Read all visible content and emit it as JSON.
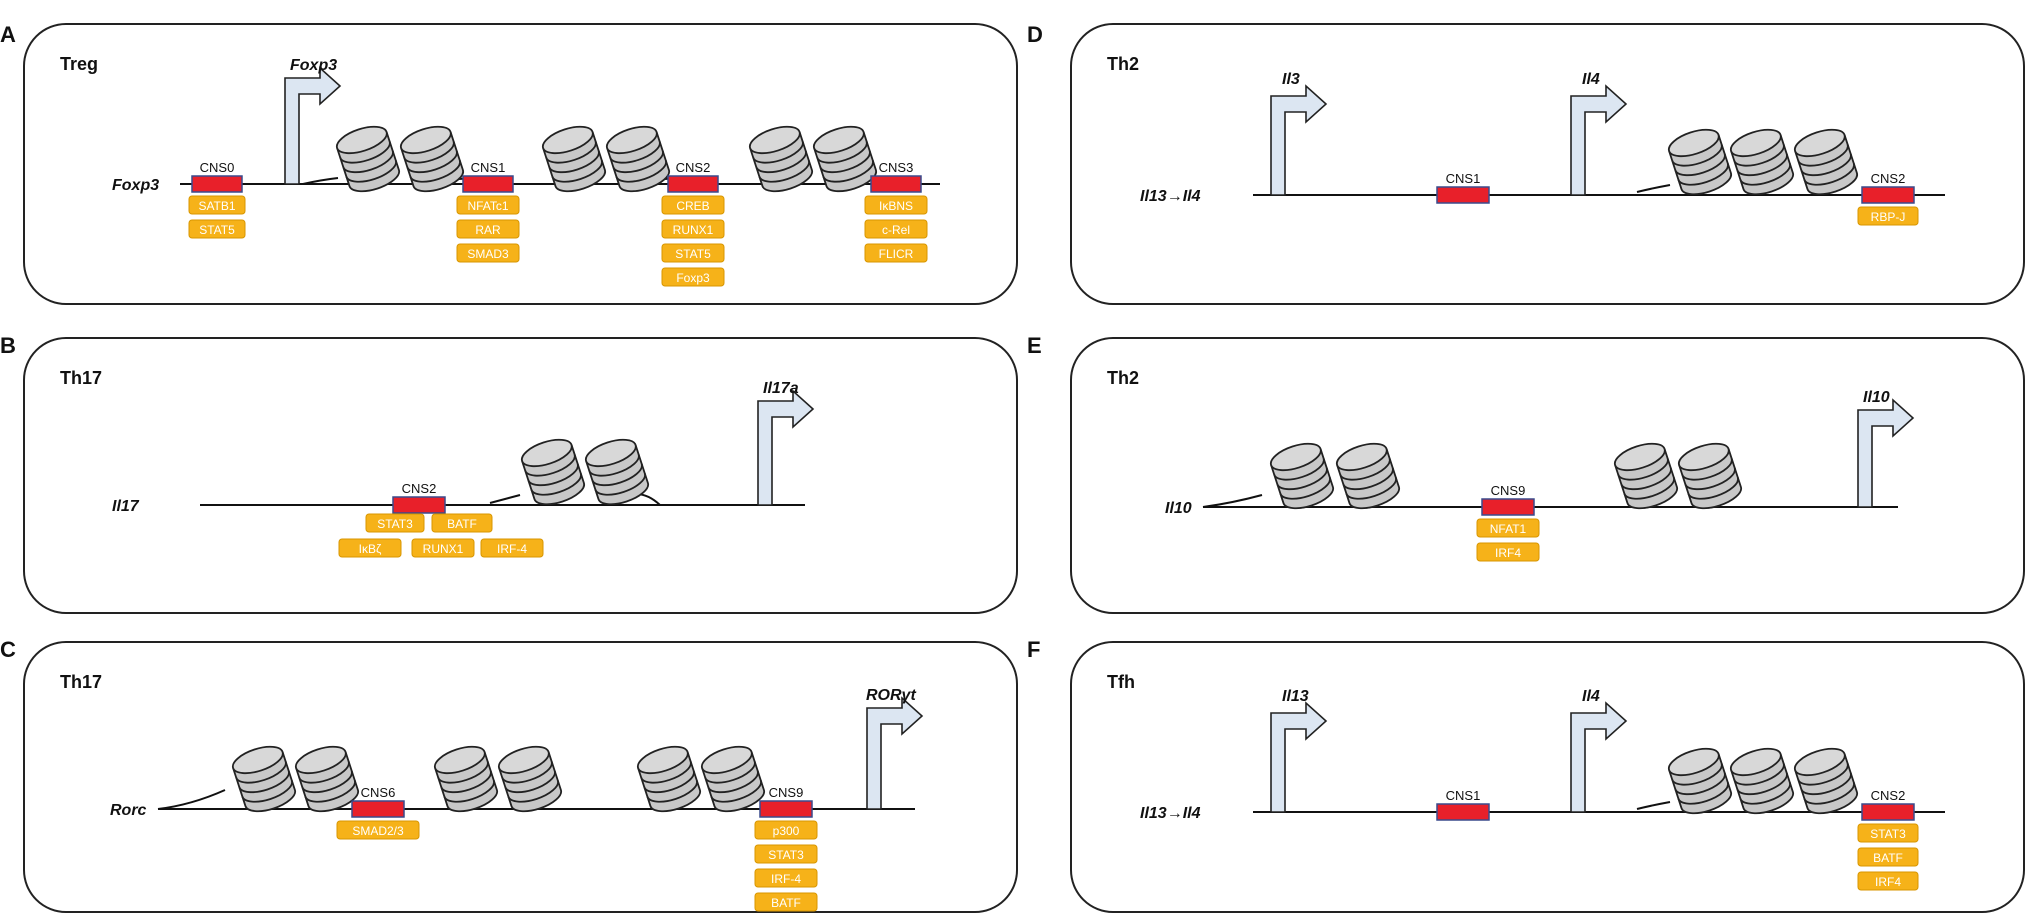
{
  "panels": [
    {
      "letter": "A",
      "cell": "Treg",
      "gene": "Foxp3",
      "promoters": [
        "Foxp3"
      ],
      "elements": [
        {
          "label": "CNS0",
          "factors": [
            "SATB1",
            "STAT5"
          ]
        },
        {
          "label": "CNS1",
          "factors": [
            "NFATc1",
            "RAR",
            "SMAD3"
          ]
        },
        {
          "label": "CNS2",
          "factors": [
            "CREB",
            "RUNX1",
            "STAT5",
            "Foxp3"
          ]
        },
        {
          "label": "CNS3",
          "factors": [
            "IκBNS",
            "c-Rel",
            "FLICR"
          ]
        }
      ]
    },
    {
      "letter": "B",
      "cell": "Th17",
      "gene": "Il17",
      "promoters": [
        "Il17a"
      ],
      "elements": [
        {
          "label": "CNS2",
          "factors": [
            "STAT3",
            "BATF",
            "IκBζ",
            "RUNX1",
            "IRF-4"
          ]
        }
      ]
    },
    {
      "letter": "C",
      "cell": "Th17",
      "gene": "Rorc",
      "promoters": [
        "RORγt"
      ],
      "elements": [
        {
          "label": "CNS6",
          "factors": [
            "SMAD2/3"
          ]
        },
        {
          "label": "CNS9",
          "factors": [
            "p300",
            "STAT3",
            "IRF-4",
            "BATF"
          ]
        }
      ]
    },
    {
      "letter": "D",
      "cell": "Th2",
      "gene": "Il13→Il4",
      "promoters": [
        "Il3",
        "Il4"
      ],
      "elements": [
        {
          "label": "CNS1",
          "factors": []
        },
        {
          "label": "CNS2",
          "factors": [
            "RBP-J"
          ]
        }
      ]
    },
    {
      "letter": "E",
      "cell": "Th2",
      "gene": "Il10",
      "promoters": [
        "Il10"
      ],
      "elements": [
        {
          "label": "CNS9",
          "factors": [
            "NFAT1",
            "IRF4"
          ]
        }
      ]
    },
    {
      "letter": "F",
      "cell": "Tfh",
      "gene": "Il13→Il4",
      "promoters": [
        "Il13",
        "Il4"
      ],
      "elements": [
        {
          "label": "CNS1",
          "factors": []
        },
        {
          "label": "CNS2",
          "factors": [
            "STAT3",
            "BATF",
            "IRF4"
          ]
        }
      ]
    }
  ],
  "colors": {
    "frame": "#222222",
    "element": "#e8202a",
    "element_border": "#3a4a8c",
    "factor": "#f6b219",
    "factor_text": "#ffffff",
    "promoter_fill": "#dce6f2",
    "nucleosome": "#c8c8c8"
  }
}
